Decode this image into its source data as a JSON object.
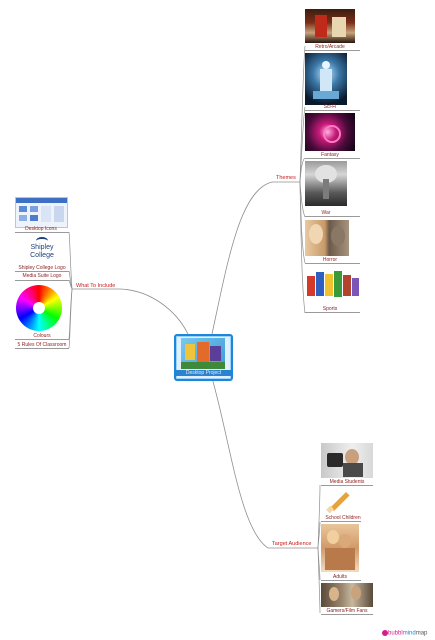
{
  "colors": {
    "branch_text": "#c81b1b",
    "leaf_text": "#8a1d1d",
    "connector": "#8f8f8f",
    "center_border": "#1e86d6"
  },
  "center": {
    "label": "Desktop Project"
  },
  "branches": {
    "themes": {
      "label": "Themes",
      "items": [
        "Retro/Arcade",
        "Sci-Fi",
        "Fantasy",
        "War",
        "Horror",
        "Sports"
      ]
    },
    "what_to_include": {
      "label": "What To Include",
      "items": [
        "Desktop Icons",
        "Shipley College Logo",
        "Media Suite Logo",
        "Colours",
        "5 Rules Of Classroom"
      ]
    },
    "target_audience": {
      "label": "Target Audience",
      "items": [
        "Media Students",
        "School Children",
        "Adults",
        "Gamers/Film Fans"
      ]
    }
  },
  "logo_text": {
    "line1": "Shipley",
    "line2": "College"
  },
  "watermark": {
    "part1": "bubbl",
    "part2": "mind",
    "part3": "map"
  }
}
